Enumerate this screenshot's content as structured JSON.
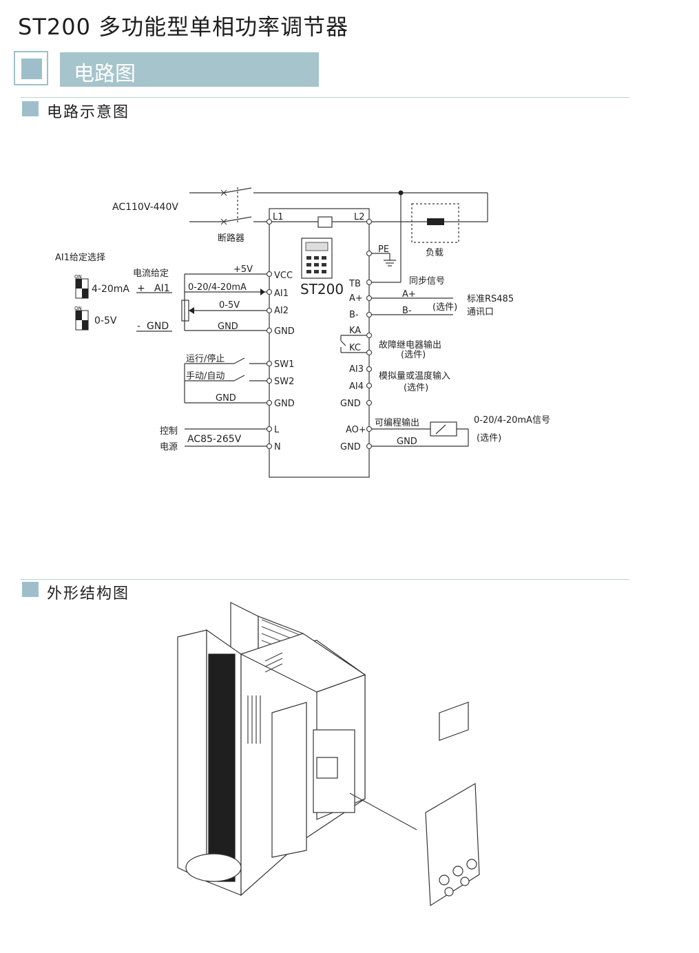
{
  "header": {
    "title": "ST200 多功能型单相功率调节器",
    "tab_label": "电路图"
  },
  "sections": {
    "circuit": "电路示意图",
    "structure": "外形结构图"
  },
  "diagram": {
    "supply": "AC110V-440V",
    "breaker": "断路器",
    "load": "负载",
    "l1": "L1",
    "l2": "L2",
    "pe": "PE",
    "device": "ST200",
    "ai1_select": "AI1给定选择",
    "dip_on": "ON",
    "opt_current": "4-20mA",
    "opt_voltage": "0-5V",
    "current_given": "电流给定",
    "plus": "+",
    "minus": "-",
    "ai1_label": "AI1",
    "gnd_label": "GND",
    "plus5v": "+5V",
    "range_0_20": "0-20/4-20mA",
    "range_0_5": "0-5V",
    "run_stop": "运行/停止",
    "manual_auto": "手动/自动",
    "control": "控制",
    "power": "电源",
    "ac85": "AC85-265V",
    "left_terminals": [
      "VCC",
      "AI1",
      "AI2",
      "GND",
      "SW1",
      "SW2",
      "GND",
      "L",
      "N"
    ],
    "right_terminals": [
      "TB",
      "A+",
      "B-",
      "KA",
      "KC",
      "AI3",
      "AI4",
      "GND",
      "AO+",
      "GND"
    ],
    "sync_signal": "同步信号",
    "a_plus": "A+",
    "b_minus": "B-",
    "optional": "(选件)",
    "rs485_line1": "标准RS485",
    "rs485_line2": "通讯口",
    "fault_relay": "故障继电器输出",
    "analog_temp": "模拟量或温度输入",
    "prog_output": "可编程输出",
    "signal_out": "0-20/4-20mA信号"
  }
}
